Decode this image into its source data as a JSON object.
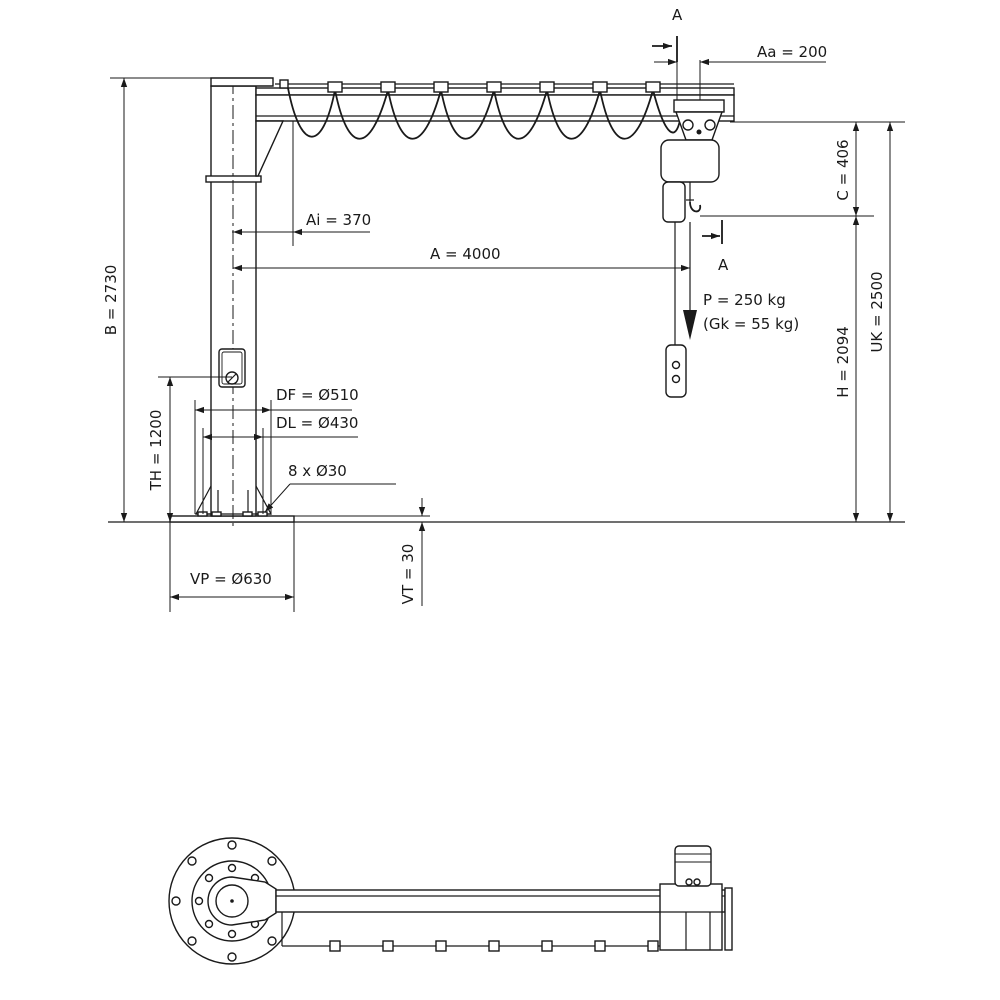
{
  "labels": {
    "section_top": "A",
    "section_bottom": "A",
    "aa": "Aa = 200",
    "ai": "Ai = 370",
    "a": "A = 4000",
    "b": "B = 2730",
    "c": "C = 406",
    "uk": "UK = 2500",
    "h": "H = 2094",
    "p_load": "P = 250 kg",
    "gk": "(Gk = 55 kg)",
    "df": "DF = Ø510",
    "dl": "DL = Ø430",
    "bolts": "8 x Ø30",
    "th": "TH = 1200",
    "vt": "VT = 30",
    "vp": "VP = Ø630"
  }
}
